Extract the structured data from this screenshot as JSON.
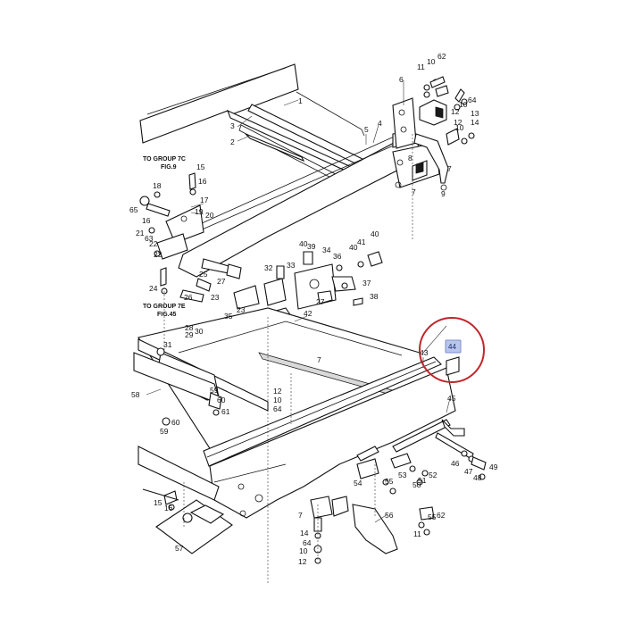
{
  "diagram": {
    "notes": [
      {
        "id": "note-group-7c",
        "lines": [
          "TO GROUP 7C",
          "FIG.9"
        ]
      },
      {
        "id": "note-group-7e",
        "lines": [
          "TO GROUP 7E",
          "FIG.45"
        ]
      }
    ],
    "highlight": {
      "label": "44",
      "color": "#c0262b",
      "tag_color": "#b8c6ec"
    },
    "callouts": [
      "1",
      "2",
      "3",
      "4",
      "5",
      "6",
      "7",
      "8",
      "9",
      "10",
      "11",
      "12",
      "13",
      "14",
      "15",
      "16",
      "17",
      "18",
      "19",
      "20",
      "21",
      "22",
      "23",
      "24",
      "25",
      "26",
      "27",
      "28",
      "29",
      "30",
      "31",
      "32",
      "33",
      "34",
      "35",
      "36",
      "37",
      "38",
      "39",
      "40",
      "41",
      "42",
      "43",
      "45",
      "46",
      "47",
      "48",
      "49",
      "50",
      "51",
      "52",
      "53",
      "54",
      "55",
      "56",
      "57",
      "58",
      "59",
      "60",
      "61",
      "62",
      "63",
      "64",
      "65"
    ]
  }
}
